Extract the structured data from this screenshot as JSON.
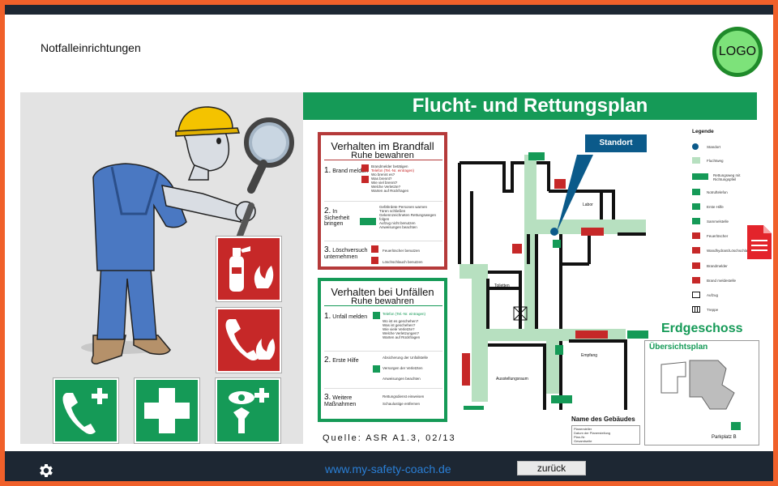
{
  "header": {
    "title": "Notfalleinrichtungen",
    "logo_text": "LOGO"
  },
  "plan": {
    "title": "Flucht- und Rettungsplan",
    "standort_label": "Standort",
    "source": "Quelle: ASR A1.3, 02/13",
    "floor": "Erdgeschoss",
    "overview_title": "Übersichtsplan",
    "parking": "Parkplatz B",
    "building_name": "Name des Gebäudes",
    "rooms": {
      "labor": "Labor",
      "toiletten": "Toiletten",
      "ausstellungsraum": "Ausstellungsraum",
      "empfang": "Empfang"
    },
    "legend": {
      "title": "Legende",
      "items": [
        "Standort",
        "Fluchtweg",
        "Rettungsweg mit Richtungspfeil",
        "Notruftelefon",
        "Erste Hilfe",
        "Sammelstelle",
        "Feuerlöscher",
        "Wandhydrant/Löschschlauch",
        "Brandmelder",
        "Brand meldestelle",
        "Aufzug",
        "Treppe"
      ]
    },
    "fire_box": {
      "title": "Verhalten im Brandfall",
      "subtitle": "Ruhe bewahren",
      "steps": [
        {
          "num": "1.",
          "text": "Brand melden",
          "details": [
            "Brandmelder betätigen",
            "Telefon  (Tel.-Nr. eintragen)",
            "Wo brennt es?",
            "Was brennt?",
            "Wie viel brennt?",
            "Welche Verletzte?",
            "Warten auf Rückfragen"
          ]
        },
        {
          "num": "2.",
          "text": "In Sicherheit bringen",
          "details": [
            "Gefährdete Personen warnen",
            "Türen schließen",
            "Gekennzeichneten Rettungswegen folgen",
            "Aufzug nicht benutzen",
            "Anweisungen beachten"
          ]
        },
        {
          "num": "3.",
          "text": "Löschversuch unternehmen",
          "details": [
            "Feuerlöscher benutzen",
            "Löschschlauch benutzen"
          ]
        }
      ]
    },
    "accident_box": {
      "title": "Verhalten bei Unfällen",
      "subtitle": "Ruhe bewahren",
      "steps": [
        {
          "num": "1.",
          "text": "Unfall melden",
          "details": [
            "Telefon  (Tel.-Nr. eintragen)",
            "Wo ist es geschehen?",
            "Was ist geschehen?",
            "Wie viele Verletzte?",
            "Welche Verletzungen?",
            "Warten auf Rückfragen"
          ]
        },
        {
          "num": "2.",
          "text": "Erste Hilfe",
          "details": [
            "Absicherung der Unfallstelle",
            "Versorgen der Verletzten",
            "Anweisungen beachten"
          ]
        },
        {
          "num": "3.",
          "text": "Weitere Maßnahmen",
          "details": [
            "Rettungsdienst einweisen",
            "Schaulustige entfernen"
          ]
        }
      ]
    },
    "info_table": [
      "Planersteller",
      "Datum der Planerstellung",
      "Plan-Nr.",
      "Gesamtseite"
    ],
    "colors": {
      "green": "#159a57",
      "red": "#c62828",
      "fire_border": "#b53a3a"
    }
  },
  "footer": {
    "website": "www.my-safety-coach.de",
    "back_button": "zurück",
    "settings_icon": "gear-icon"
  },
  "signs": [
    "fire-extinguisher-sign",
    "fire-phone-sign",
    "emergency-phone-sign",
    "first-aid-sign",
    "eye-wash-sign"
  ]
}
